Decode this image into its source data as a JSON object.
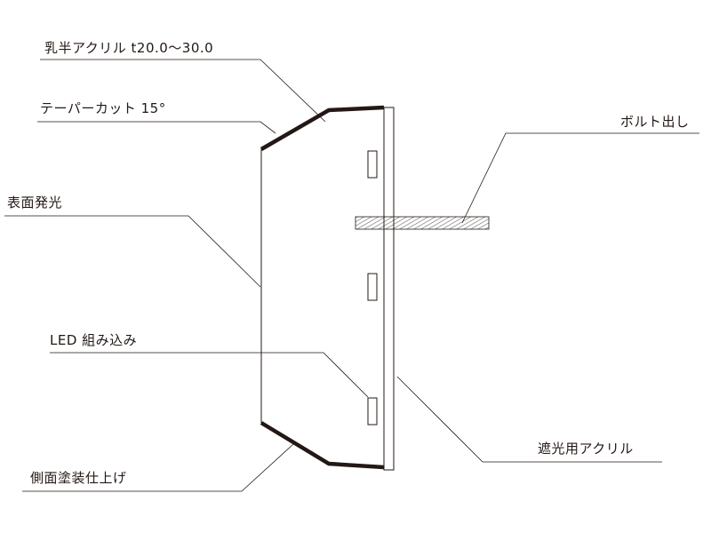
{
  "labels": {
    "acrylic": "乳半アクリル t20.0～30.0",
    "taper": "テーパーカット 15°",
    "surface_light": "表面発光",
    "led": "LED 組み込み",
    "side_paint": "側面塗装仕上げ",
    "bolt": "ボルト出し",
    "shade_acrylic": "遮光用アクリル"
  },
  "colors": {
    "line": "#231815",
    "edge": "#231815",
    "text": "#231815"
  }
}
